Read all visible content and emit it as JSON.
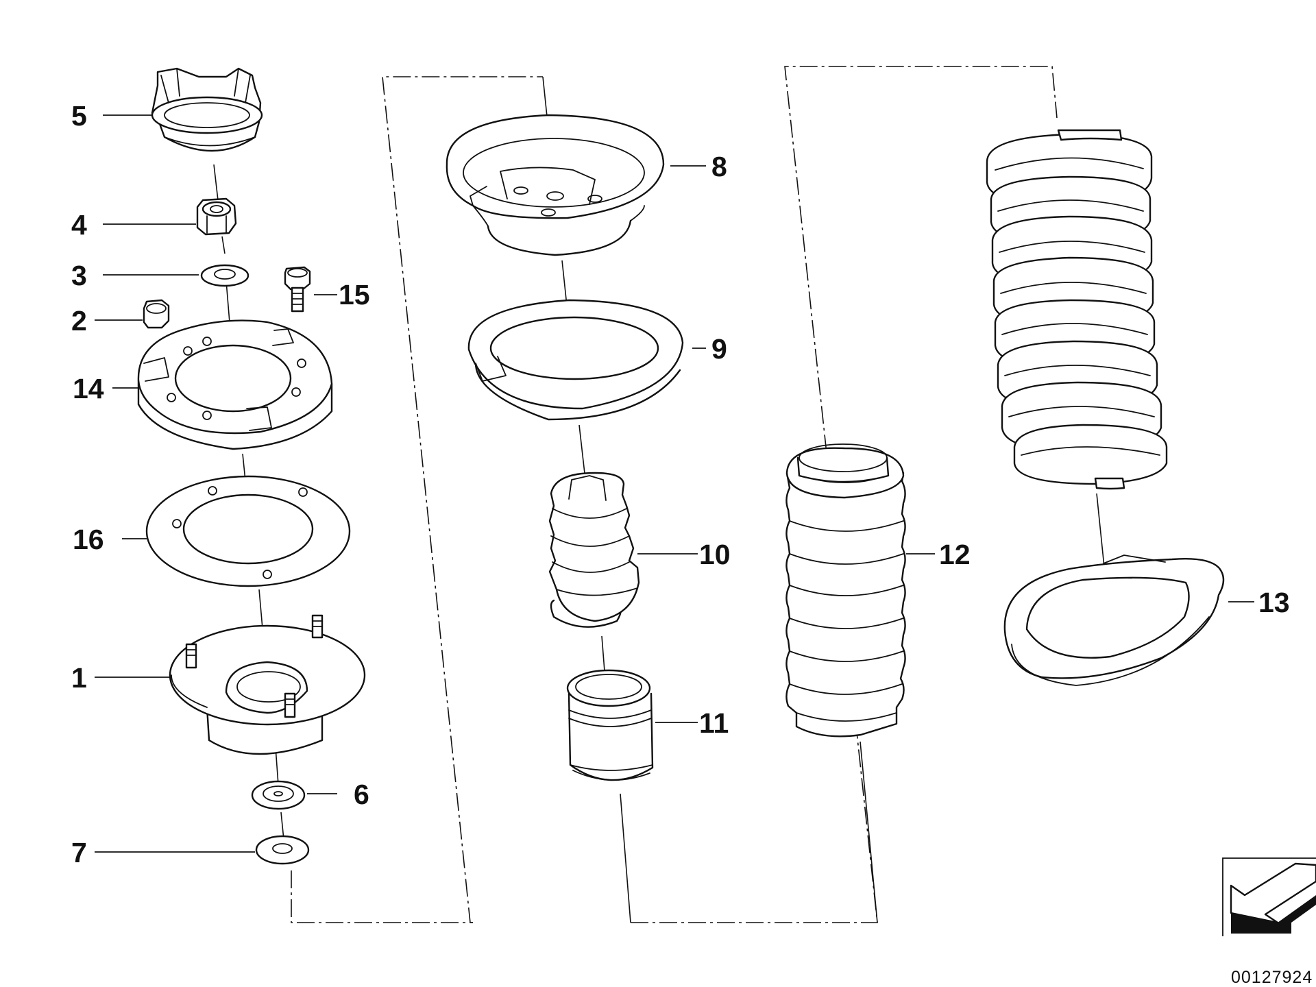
{
  "diagram": {
    "callouts": {
      "c1": "1",
      "c2": "2",
      "c3": "3",
      "c4": "4",
      "c5": "5",
      "c6": "6",
      "c7": "7",
      "c8": "8",
      "c9": "9",
      "c10": "10",
      "c11": "11",
      "c12": "12",
      "c13": "13",
      "c14": "14",
      "c15": "15",
      "c16": "16"
    },
    "reference_number": "00127924",
    "colors": {
      "ink": "#111111",
      "background": "#ffffff"
    },
    "icons": [
      "direction-arrow-icon"
    ]
  }
}
